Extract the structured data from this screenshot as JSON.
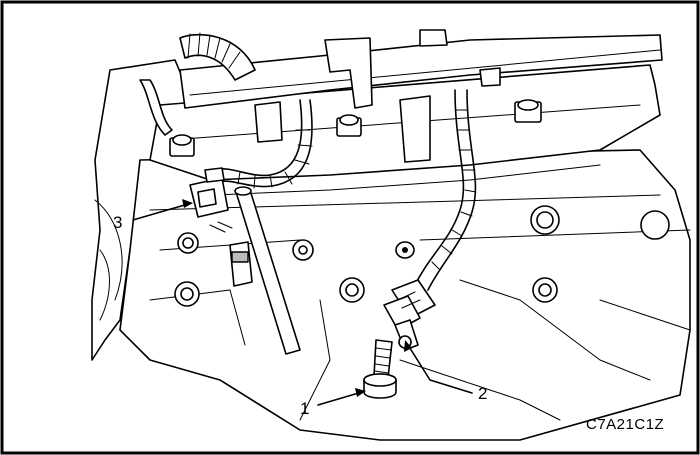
{
  "figure": {
    "callouts": [
      {
        "id": "1",
        "label": "1"
      },
      {
        "id": "2",
        "label": "2"
      },
      {
        "id": "3",
        "label": "3"
      }
    ],
    "figure_code": "C7A21C1Z"
  }
}
